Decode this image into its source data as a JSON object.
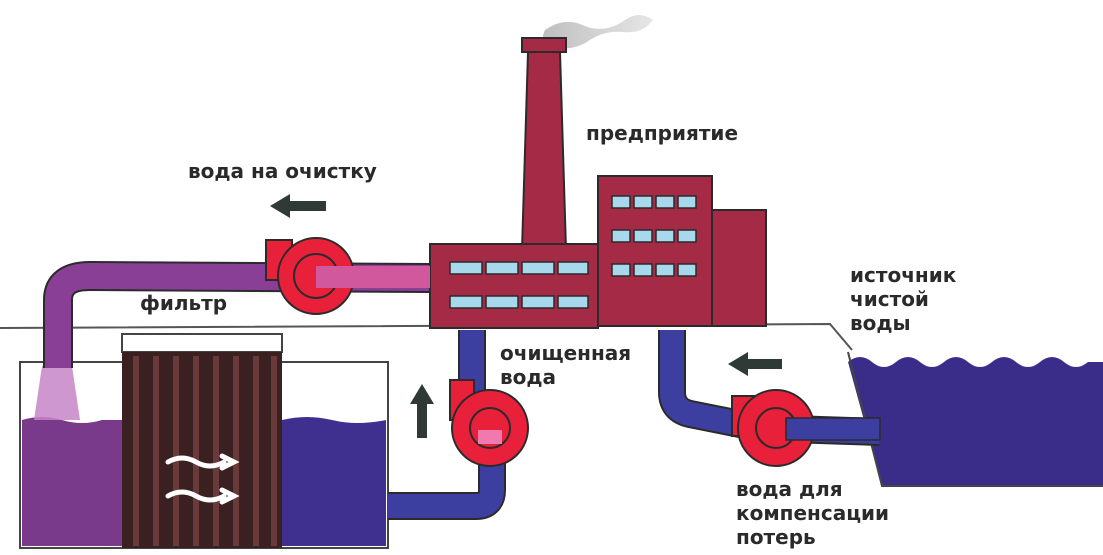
{
  "labels": {
    "enterprise": "предприятие",
    "water_to_treatment": "вода на очистку",
    "filter": "фильтр",
    "clean_source_1": "источник",
    "clean_source_2": "чистой",
    "clean_source_3": "воды",
    "purified_1": "очищенная",
    "purified_2": "вода",
    "compensation_1": "вода для",
    "compensation_2": "компенсации",
    "compensation_3": "потерь"
  },
  "colors": {
    "factory": "#a52a45",
    "window": "#a8d8ec",
    "pump": "#e8203a",
    "pipe_dirty": "#8a3f96",
    "pipe_clean": "#3d3fa0",
    "water_dirty": "#7a3a8c",
    "water_clean": "#3f2f8e",
    "filter_dark": "#3a2020",
    "arrow": "#2f3a36"
  },
  "icons": {
    "left_arrow": "arrow-left-icon",
    "up_arrow": "arrow-up-icon",
    "flow_arrows": "wavy-arrow-icon"
  }
}
